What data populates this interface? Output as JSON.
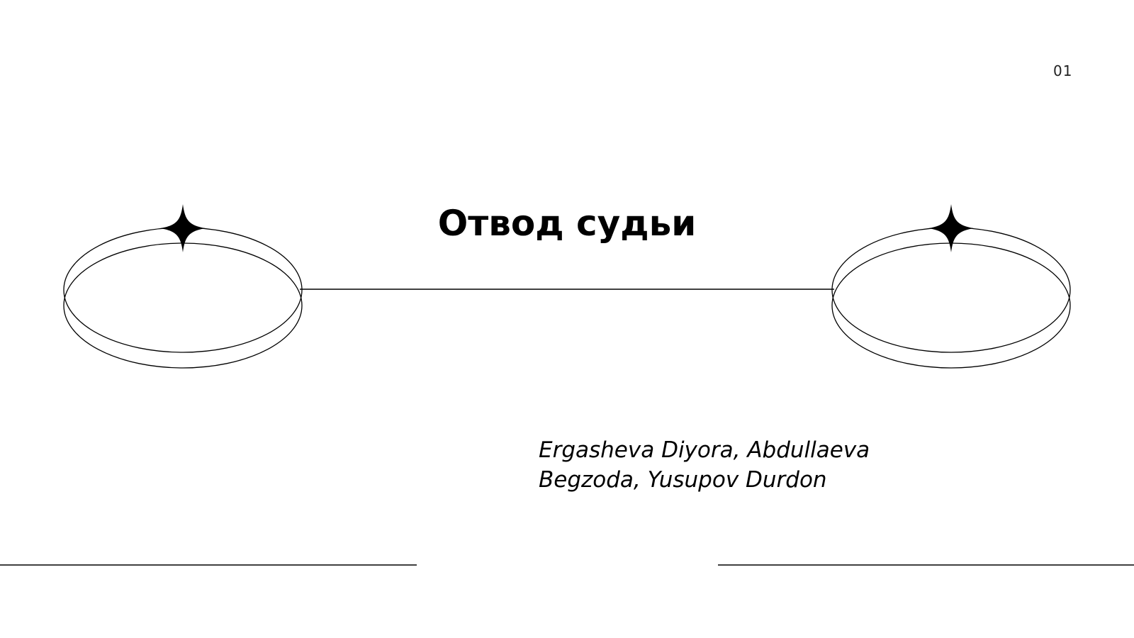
{
  "slide": {
    "page_number": "01",
    "title": "Отвод судьи",
    "authors_line1": "Ergasheva Diyora, Abdullaeva",
    "authors_line2": "Begzoda, Yusupov Durdon"
  },
  "colors": {
    "background": "#ffffff",
    "ink": "#000000"
  },
  "decorations": {
    "left_ring": "ring-with-sparkle",
    "right_ring": "ring-with-sparkle",
    "sparkle_icon": "four-point-star-icon"
  }
}
